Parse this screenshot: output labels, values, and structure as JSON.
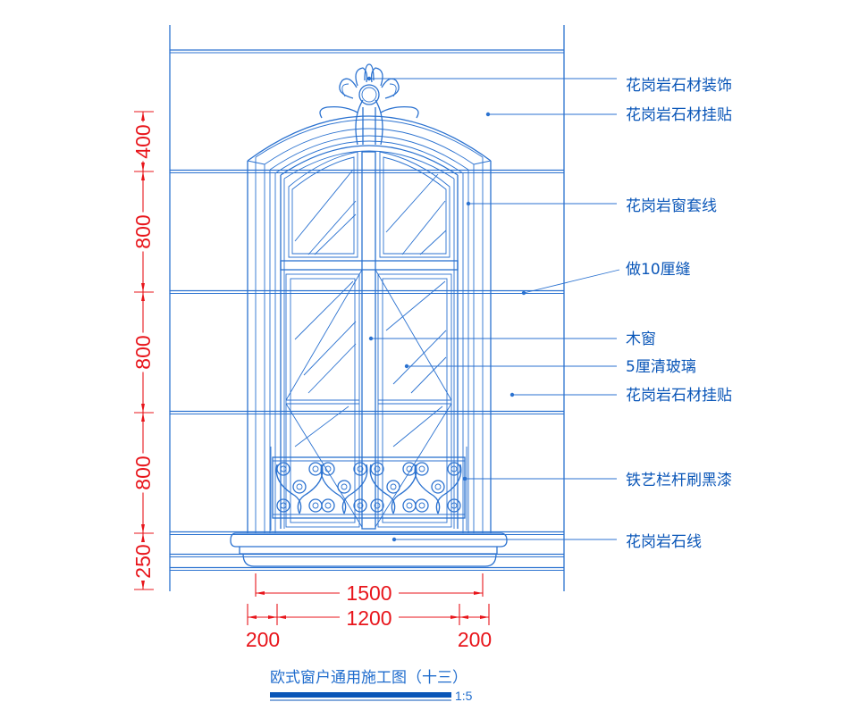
{
  "labels": [
    {
      "text": "花岗岩石材装饰"
    },
    {
      "text": "花岗岩石材挂贴"
    },
    {
      "text": "花岗岩窗套线"
    },
    {
      "text": "做10厘缝"
    },
    {
      "text": "木窗"
    },
    {
      "text": "5厘清玻璃"
    },
    {
      "text": "花岗岩石材挂贴"
    },
    {
      "text": "铁艺栏杆刷黑漆"
    },
    {
      "text": "花岗岩石线"
    }
  ],
  "vertical_dims": [
    "400",
    "800",
    "800",
    "800",
    "250"
  ],
  "horizontal_dims": {
    "overall": "1500",
    "inner": "1200",
    "left": "200",
    "right": "200"
  },
  "title": "欧式窗户通用施工图（十三）",
  "scale": "1:5",
  "colors": {
    "line": "#2b72d0",
    "dimension": "#e8151b",
    "text": "#0a56b8"
  }
}
